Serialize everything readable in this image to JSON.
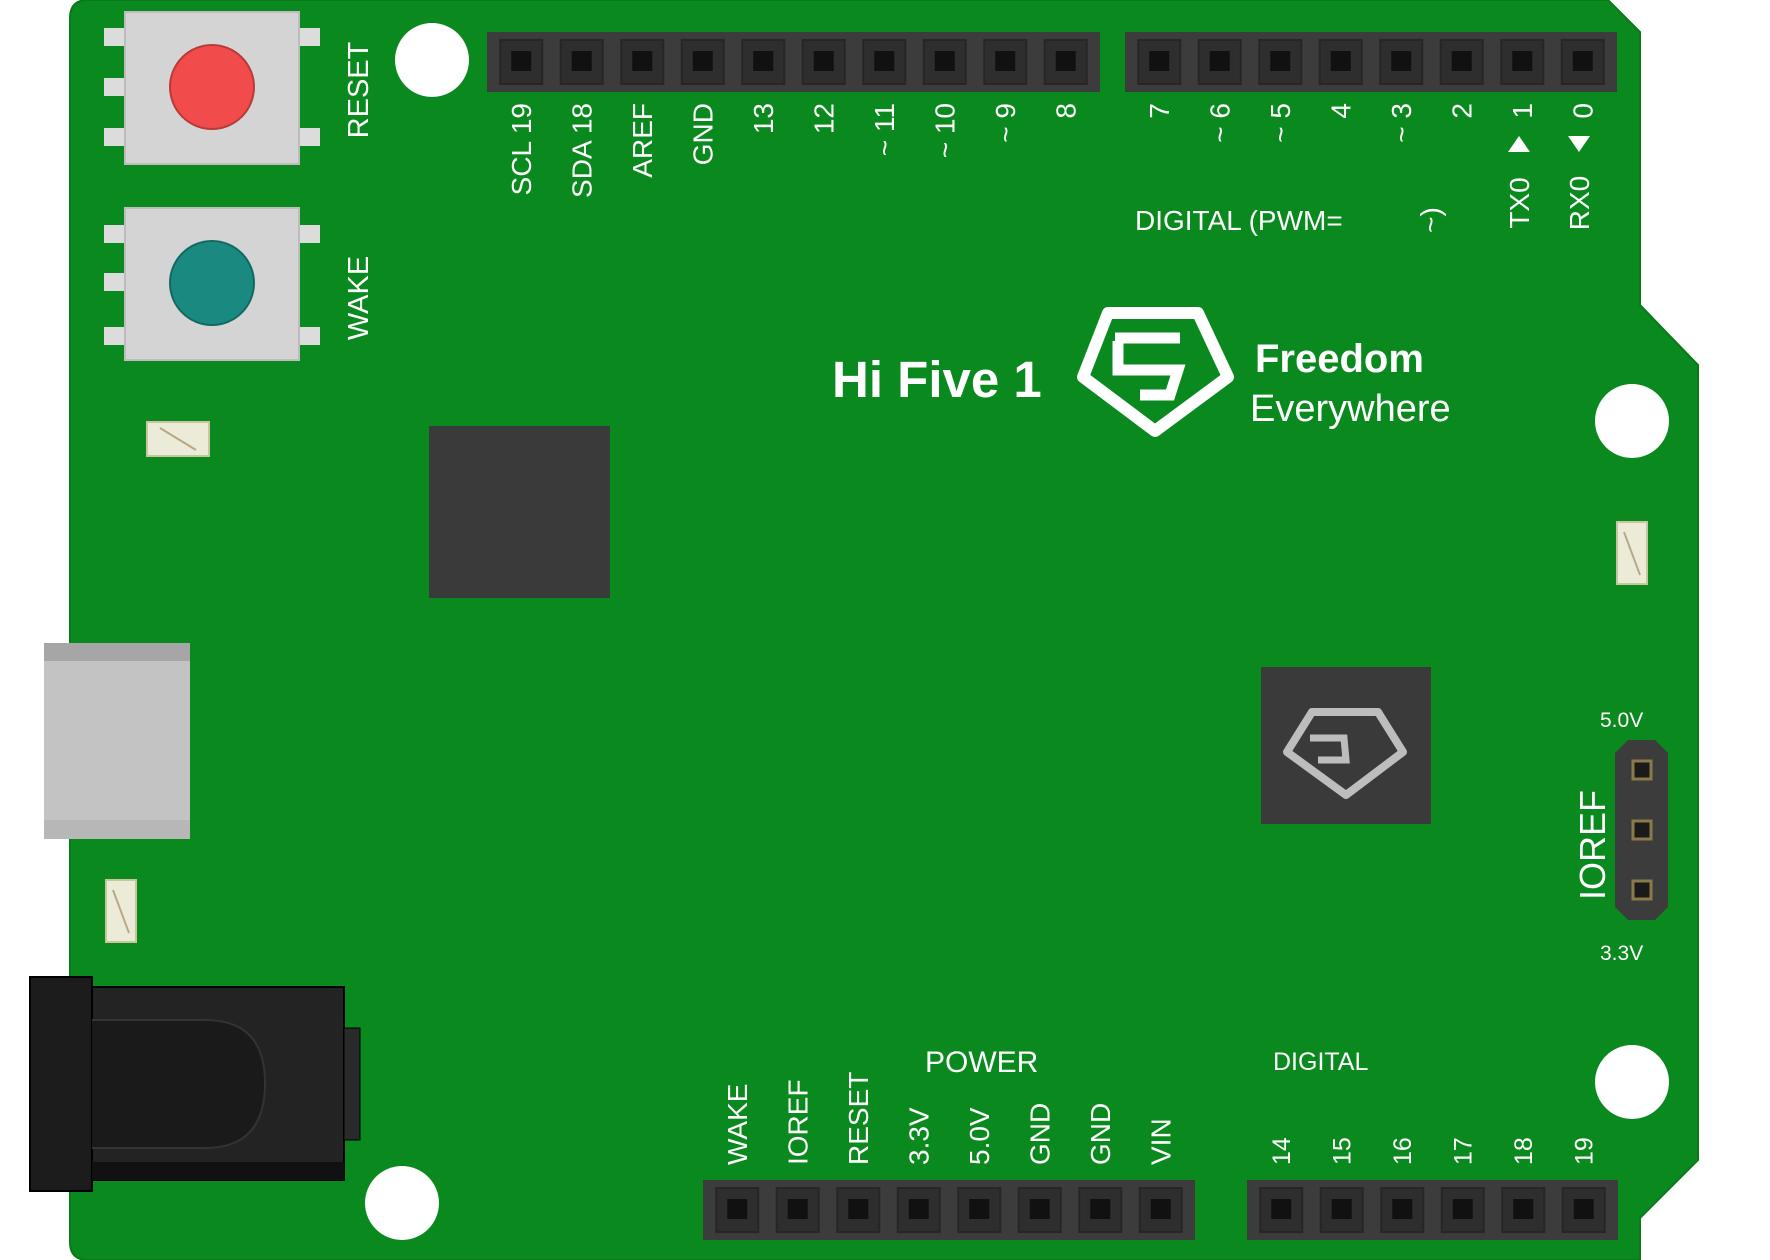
{
  "board": {
    "name": "Hi Five 1",
    "tagline_line1": "Freedom",
    "tagline_line2": "Everywhere",
    "colors": {
      "pcb": "#0a8a1e",
      "header": "#3c3c3c",
      "chip": "#3a3a3a",
      "reset_button": "#f24b4b",
      "wake_button": "#1a8a80"
    }
  },
  "buttons": {
    "reset_label": "RESET",
    "wake_label": "WAKE"
  },
  "top_left_header": [
    "SCL 19",
    "SDA 18",
    "AREF",
    "GND",
    "13",
    "12",
    "~ 11",
    "~ 10",
    "~ 9",
    "8"
  ],
  "top_right_header": [
    "7",
    "~ 6",
    "~ 5",
    "4",
    "~ 3",
    "2",
    "1",
    "0"
  ],
  "top_right_extra": {
    "tx": "TX0",
    "rx": "RX0",
    "digital_pwm": "DIGITAL (PWM=",
    "tilde": "~)"
  },
  "power": {
    "title": "POWER",
    "pins": [
      "WAKE",
      "IOREF",
      "RESET",
      "3.3V",
      "5.0V",
      "GND",
      "GND",
      "VIN"
    ]
  },
  "digital": {
    "title": "DIGITAL",
    "pins": [
      "14",
      "15",
      "16",
      "17",
      "18",
      "19"
    ]
  },
  "ioref": {
    "label": "IOREF",
    "top": "5.0V",
    "bottom": "3.3V"
  }
}
